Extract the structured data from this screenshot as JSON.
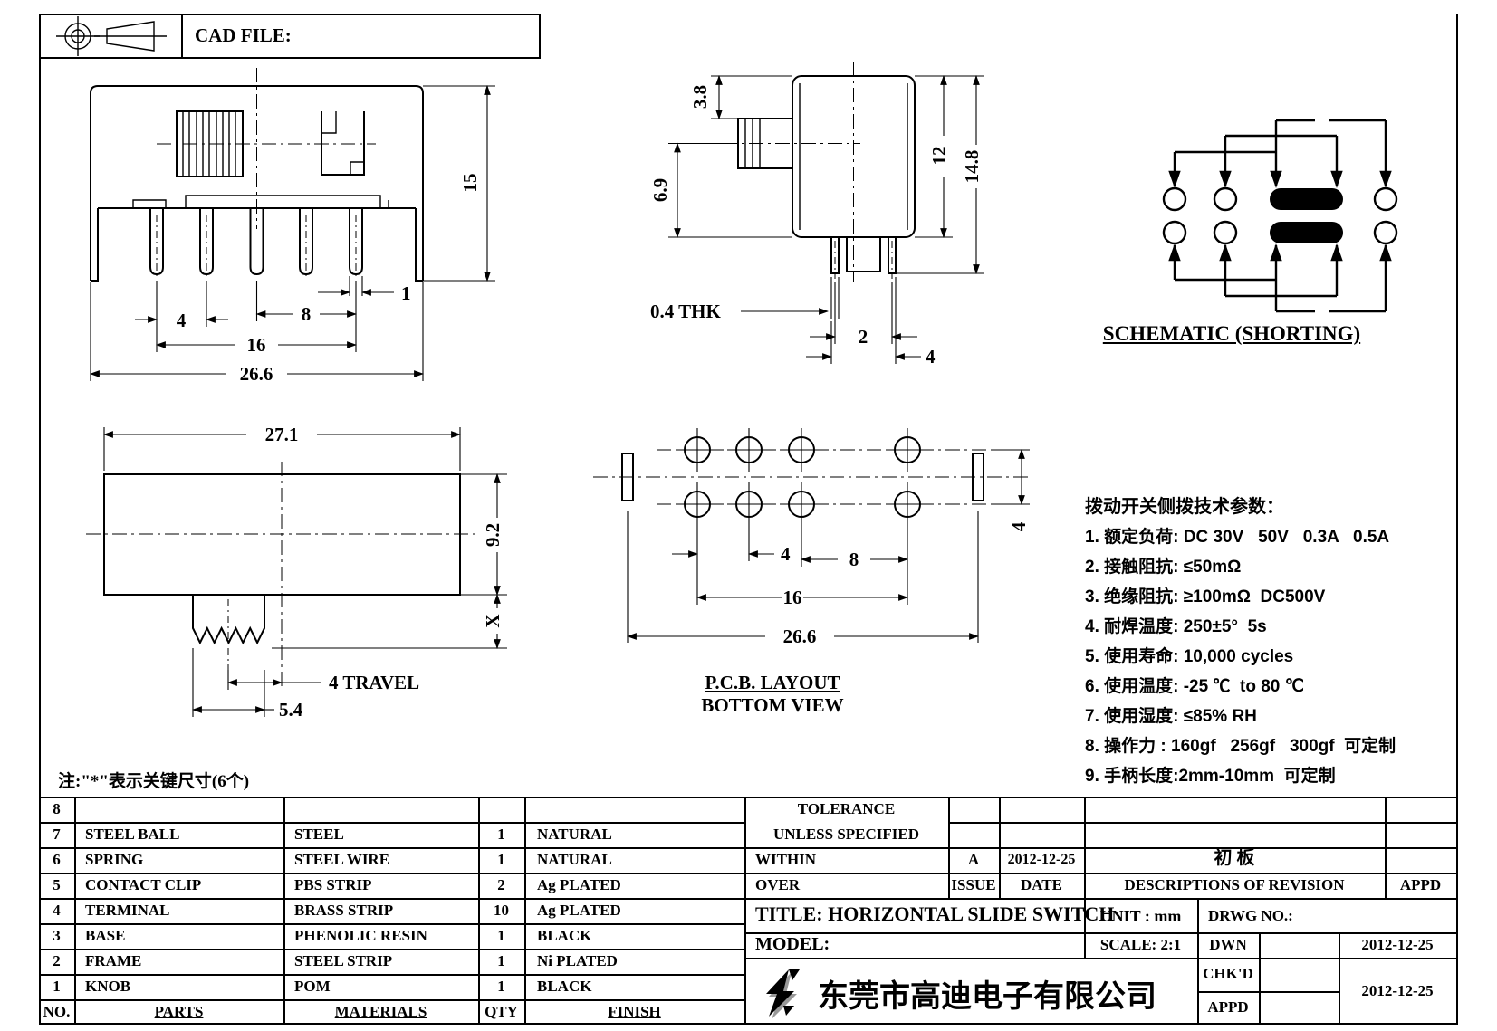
{
  "sheet": {
    "cad_file_label": "CAD FILE:",
    "note": "注:\"*\"表示关键尺寸(6个)"
  },
  "views": {
    "front": {
      "dim_height": "15",
      "dim_pin_width": "1",
      "dim_pitch": "4",
      "dim_span_8": "8",
      "dim_span_16": "16",
      "dim_total_width": "26.6"
    },
    "side": {
      "dim_knob_offset": "3.8",
      "dim_knob_to_base": "6.9",
      "dim_body_height": "12",
      "dim_total_height": "14.8",
      "dim_pin_thickness": "0.4 THK",
      "dim_pin_gap": "2",
      "dim_pin_span": "4"
    },
    "schematic": {
      "caption": "SCHEMATIC (SHORTING)"
    },
    "top": {
      "dim_total_width": "27.1",
      "dim_body_depth": "9.2",
      "dim_knob_protrusion": "X",
      "dim_travel": "4 TRAVEL",
      "dim_knob_width": "5.4"
    },
    "pcb": {
      "caption_line1": "P.C.B. LAYOUT",
      "caption_line2": "BOTTOM VIEW",
      "dim_pitch": "4",
      "dim_span_8": "8",
      "dim_span_16": "16",
      "dim_total_width": "26.6",
      "dim_row_gap": "4"
    }
  },
  "tech_params": {
    "heading": "拨动开关侧拨技术参数：",
    "items": [
      "1. 额定负荷: DC 30V   50V   0.3A   0.5A",
      "2. 接触阻抗: ≤50mΩ",
      "3. 绝缘阻抗: ≥100mΩ  DC500V",
      "4. 耐焊温度: 250±5°  5s",
      "5. 使用寿命: 10,000 cycles",
      "6. 使用温度: -25 ℃  to 80 ℃",
      "7. 使用湿度: ≤85% RH",
      "8. 操作力 : 160gf   256gf   300gf  可定制",
      "9. 手柄长度:2mm-10mm  可定制"
    ]
  },
  "bom": {
    "headers": [
      "NO.",
      "PARTS",
      "MATERIALS",
      "QTY",
      "FINISH"
    ],
    "rows": [
      [
        "8",
        "",
        "",
        "",
        ""
      ],
      [
        "7",
        "STEEL BALL",
        "STEEL",
        "1",
        "NATURAL"
      ],
      [
        "6",
        "SPRING",
        "STEEL WIRE",
        "1",
        "NATURAL"
      ],
      [
        "5",
        "CONTACT CLIP",
        "PBS STRIP",
        "2",
        "Ag PLATED"
      ],
      [
        "4",
        "TERMINAL",
        "BRASS STRIP",
        "10",
        "Ag PLATED"
      ],
      [
        "3",
        "BASE",
        "PHENOLIC RESIN",
        "1",
        "BLACK"
      ],
      [
        "2",
        "FRAME",
        "STEEL STRIP",
        "1",
        "Ni PLATED"
      ],
      [
        "1",
        "KNOB",
        "POM",
        "1",
        "BLACK"
      ]
    ]
  },
  "title_block": {
    "tolerance_line1": "TOLERANCE",
    "tolerance_line2": "UNLESS SPECIFIED",
    "within_label": "WITHIN",
    "over_label": "OVER",
    "issue_value": "A",
    "issue_label": "ISSUE",
    "date_value": "2012-12-25",
    "date_label": "DATE",
    "revision_value": "初 板",
    "revision_label": "DESCRIPTIONS OF REVISION",
    "appd_label": "APPD",
    "title": "TITLE: HORIZONTAL SLIDE SWITCH",
    "unit": "UNIT : mm",
    "drwg_label": "DRWG NO.:",
    "model_label": "MODEL:",
    "scale": "SCALE: 2:1",
    "dwn_label": "DWN",
    "chkd_label": "CHK'D",
    "appd2_label": "APPD",
    "dwn_date": "2012-12-25",
    "appd_date": "2012-12-25",
    "company": "东莞市高迪电子有限公司"
  },
  "colors": {
    "ink": "#000000",
    "paper": "#ffffff",
    "logo_shadow": "#999999"
  }
}
